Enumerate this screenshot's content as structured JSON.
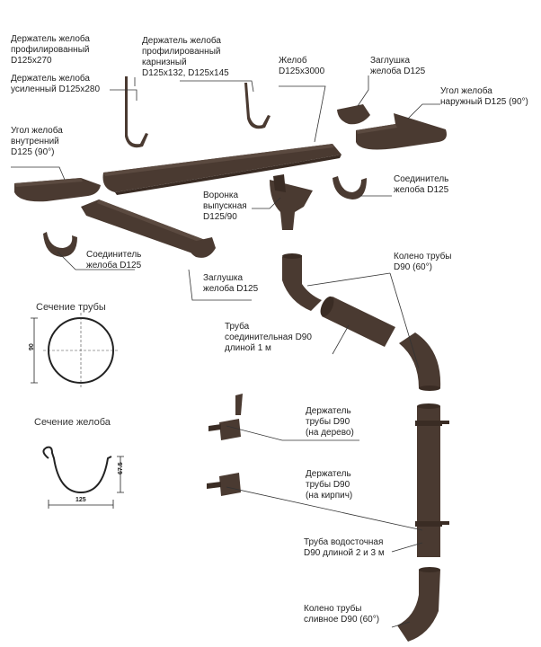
{
  "labels": {
    "holder_profiled": "Держатель желоба\nпрофилированный\nD125x270",
    "holder_reinforced": "Держатель желоба\nусиленный D125x280",
    "holder_cornice": "Держатель желоба\nпрофилированный\nкарнизный\nD125x132, D125x145",
    "gutter": "Желоб\nD125x3000",
    "end_cap_top": "Заглушка\nжелоба D125",
    "outer_corner": "Угол желоба\nнаружный D125 (90°)",
    "inner_corner": "Угол желоба\nвнутренний\nD125 (90°)",
    "connector_right": "Соединитель\nжелоба D125",
    "funnel": "Воронка\nвыпускная\nD125/90",
    "connector_left": "Соединитель\nжелоба D125",
    "end_cap_bottom": "Заглушка\nжелоба D125",
    "elbow": "Колено трубы\nD90 (60°)",
    "pipe_connecting": "Труба\nсоединительная D90\nдлиной 1 м",
    "pipe_holder_wood": "Держатель\nтрубы D90\n(на дерево)",
    "pipe_holder_brick": "Держатель\nтрубы D90\n(на кирпич)",
    "downpipe": "Труба водосточная\nD90 длиной 2 и 3 м",
    "drain_elbow": "Колено трубы\nсливное D90 (60°)"
  },
  "sections": {
    "pipe_title": "Сечение трубы",
    "pipe_dim": "90",
    "gutter_title": "Сечение желоба",
    "gutter_width": "125",
    "gutter_depth": "67.5"
  },
  "colors": {
    "product": "#4a3a31",
    "product_light": "#5b4a40",
    "product_dark": "#3a2c24"
  }
}
